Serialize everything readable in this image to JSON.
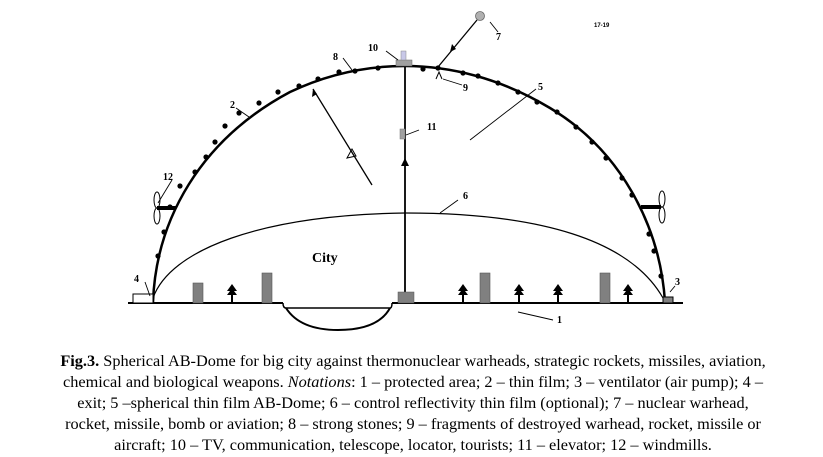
{
  "figure": {
    "city_label": "City",
    "corner_tag": "17-19",
    "callouts": {
      "1": "1",
      "2": "2",
      "3": "3",
      "4": "4",
      "5": "5",
      "6": "6",
      "7": "7",
      "8": "8",
      "9": "9",
      "10": "10",
      "11": "11",
      "12": "12"
    },
    "colors": {
      "line": "#000000",
      "building": "#808080",
      "tower": "#a0a0a0",
      "antenna": "#c8c8e8",
      "warhead": "#b0b0b0"
    }
  },
  "caption": {
    "fig_label": "Fig.3.",
    "line1_rest": " Spherical AB-Dome for big city against thermonuclear warheads, strategic rockets, missiles, aviation,",
    "line2_pre": "chemical and biological weapons. ",
    "notations_word": "Notations",
    "line2_post": ": 1 – protected area; 2 – thin film; 3 – ventilator (air pump); 4 –",
    "line3": "exit; 5 –spherical thin film AB-Dome; 6 – control reflectivity thin film (optional); 7 – nuclear warhead,",
    "line4": "rocket, missile, bomb or aviation; 8 – strong stones; 9 – fragments of destroyed warhead, rocket, missile or",
    "line5": "aircraft; 10 – TV, communication, telescope, locator, tourists; 11 – elevator; 12 – windmills."
  },
  "notations": [
    {
      "num": 1,
      "text": "protected area"
    },
    {
      "num": 2,
      "text": "thin film"
    },
    {
      "num": 3,
      "text": "ventilator (air pump)"
    },
    {
      "num": 4,
      "text": "exit"
    },
    {
      "num": 5,
      "text": "spherical thin film AB-Dome"
    },
    {
      "num": 6,
      "text": "control reflectivity thin film (optional)"
    },
    {
      "num": 7,
      "text": "nuclear warhead, rocket, missile, bomb or aviation"
    },
    {
      "num": 8,
      "text": "strong stones"
    },
    {
      "num": 9,
      "text": "fragments of destroyed warhead, rocket, missile or aircraft"
    },
    {
      "num": 10,
      "text": "TV, communication, telescope, locator, tourists"
    },
    {
      "num": 11,
      "text": "elevator"
    },
    {
      "num": 12,
      "text": "windmills"
    }
  ]
}
